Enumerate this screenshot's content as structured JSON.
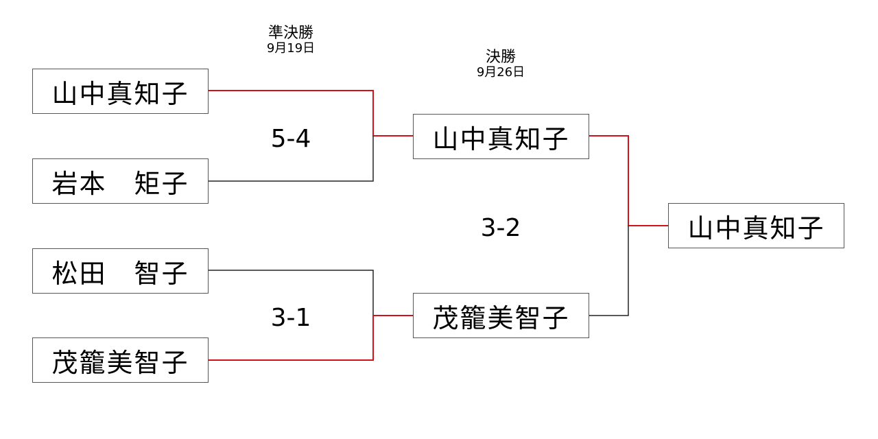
{
  "colors": {
    "winner_line": "#d0121b",
    "loser_line": "#222222",
    "box_border": "#555555"
  },
  "rounds": {
    "semifinal": {
      "name": "準決勝",
      "date": "9月19日"
    },
    "final": {
      "name": "決勝",
      "date": "9月26日"
    }
  },
  "semifinal_1": {
    "player_top": "山中真知子",
    "player_bottom": "岩本　矩子",
    "score": "5-4",
    "winner": "player_top"
  },
  "semifinal_2": {
    "player_top": "松田　智子",
    "player_bottom": "茂籠美智子",
    "score": "3-1",
    "winner": "player_bottom"
  },
  "final": {
    "player_top": "山中真知子",
    "player_bottom": "茂籠美智子",
    "score": "3-2",
    "winner": "player_top"
  },
  "champion": "山中真知子"
}
